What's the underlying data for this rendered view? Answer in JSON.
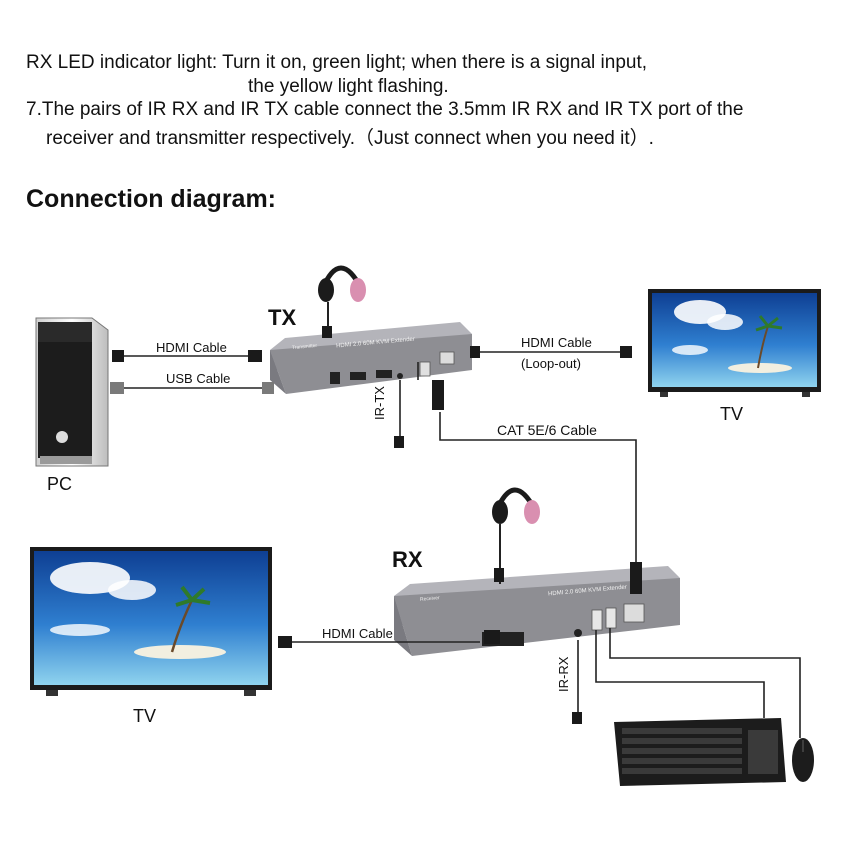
{
  "intro": {
    "line1": "RX LED indicator light: Turn it on, green light; when there is a signal input,",
    "line2": "the yellow light flashing.",
    "line3": "7.The pairs of IR RX and IR TX cable connect the 3.5mm IR RX and IR TX port of the",
    "line4": "receiver and transmitter respectively.（Just connect when you need it）."
  },
  "heading": "Connection diagram:",
  "devices": {
    "tx_label": "TX",
    "rx_label": "RX",
    "pc_label": "PC",
    "tv_top_label": "TV",
    "tv_bottom_label": "TV",
    "tx_face_text": "HDMI 2.0 60M KVM Extender",
    "rx_face_text": "HDMI 2.0 60M KVM Extender",
    "tx_model_text": "Transmitter",
    "rx_model_text": "Receiver"
  },
  "cables": {
    "pc_hdmi": "HDMI Cable",
    "pc_usb": "USB Cable",
    "loop_hdmi": "HDMI Cable",
    "loop_note": "(Loop-out)",
    "cat": "CAT 5E/6 Cable",
    "rx_hdmi": "HDMI Cable",
    "ir_tx": "IR-TX",
    "ir_rx": "IR-RX"
  },
  "colors": {
    "device_body": "#8f8f94",
    "device_top": "#b9b9be",
    "cable": "#222222",
    "sky": "#1d5fb8",
    "sea": "#4ab0d8",
    "headphone_pad": "#d98fb0"
  }
}
